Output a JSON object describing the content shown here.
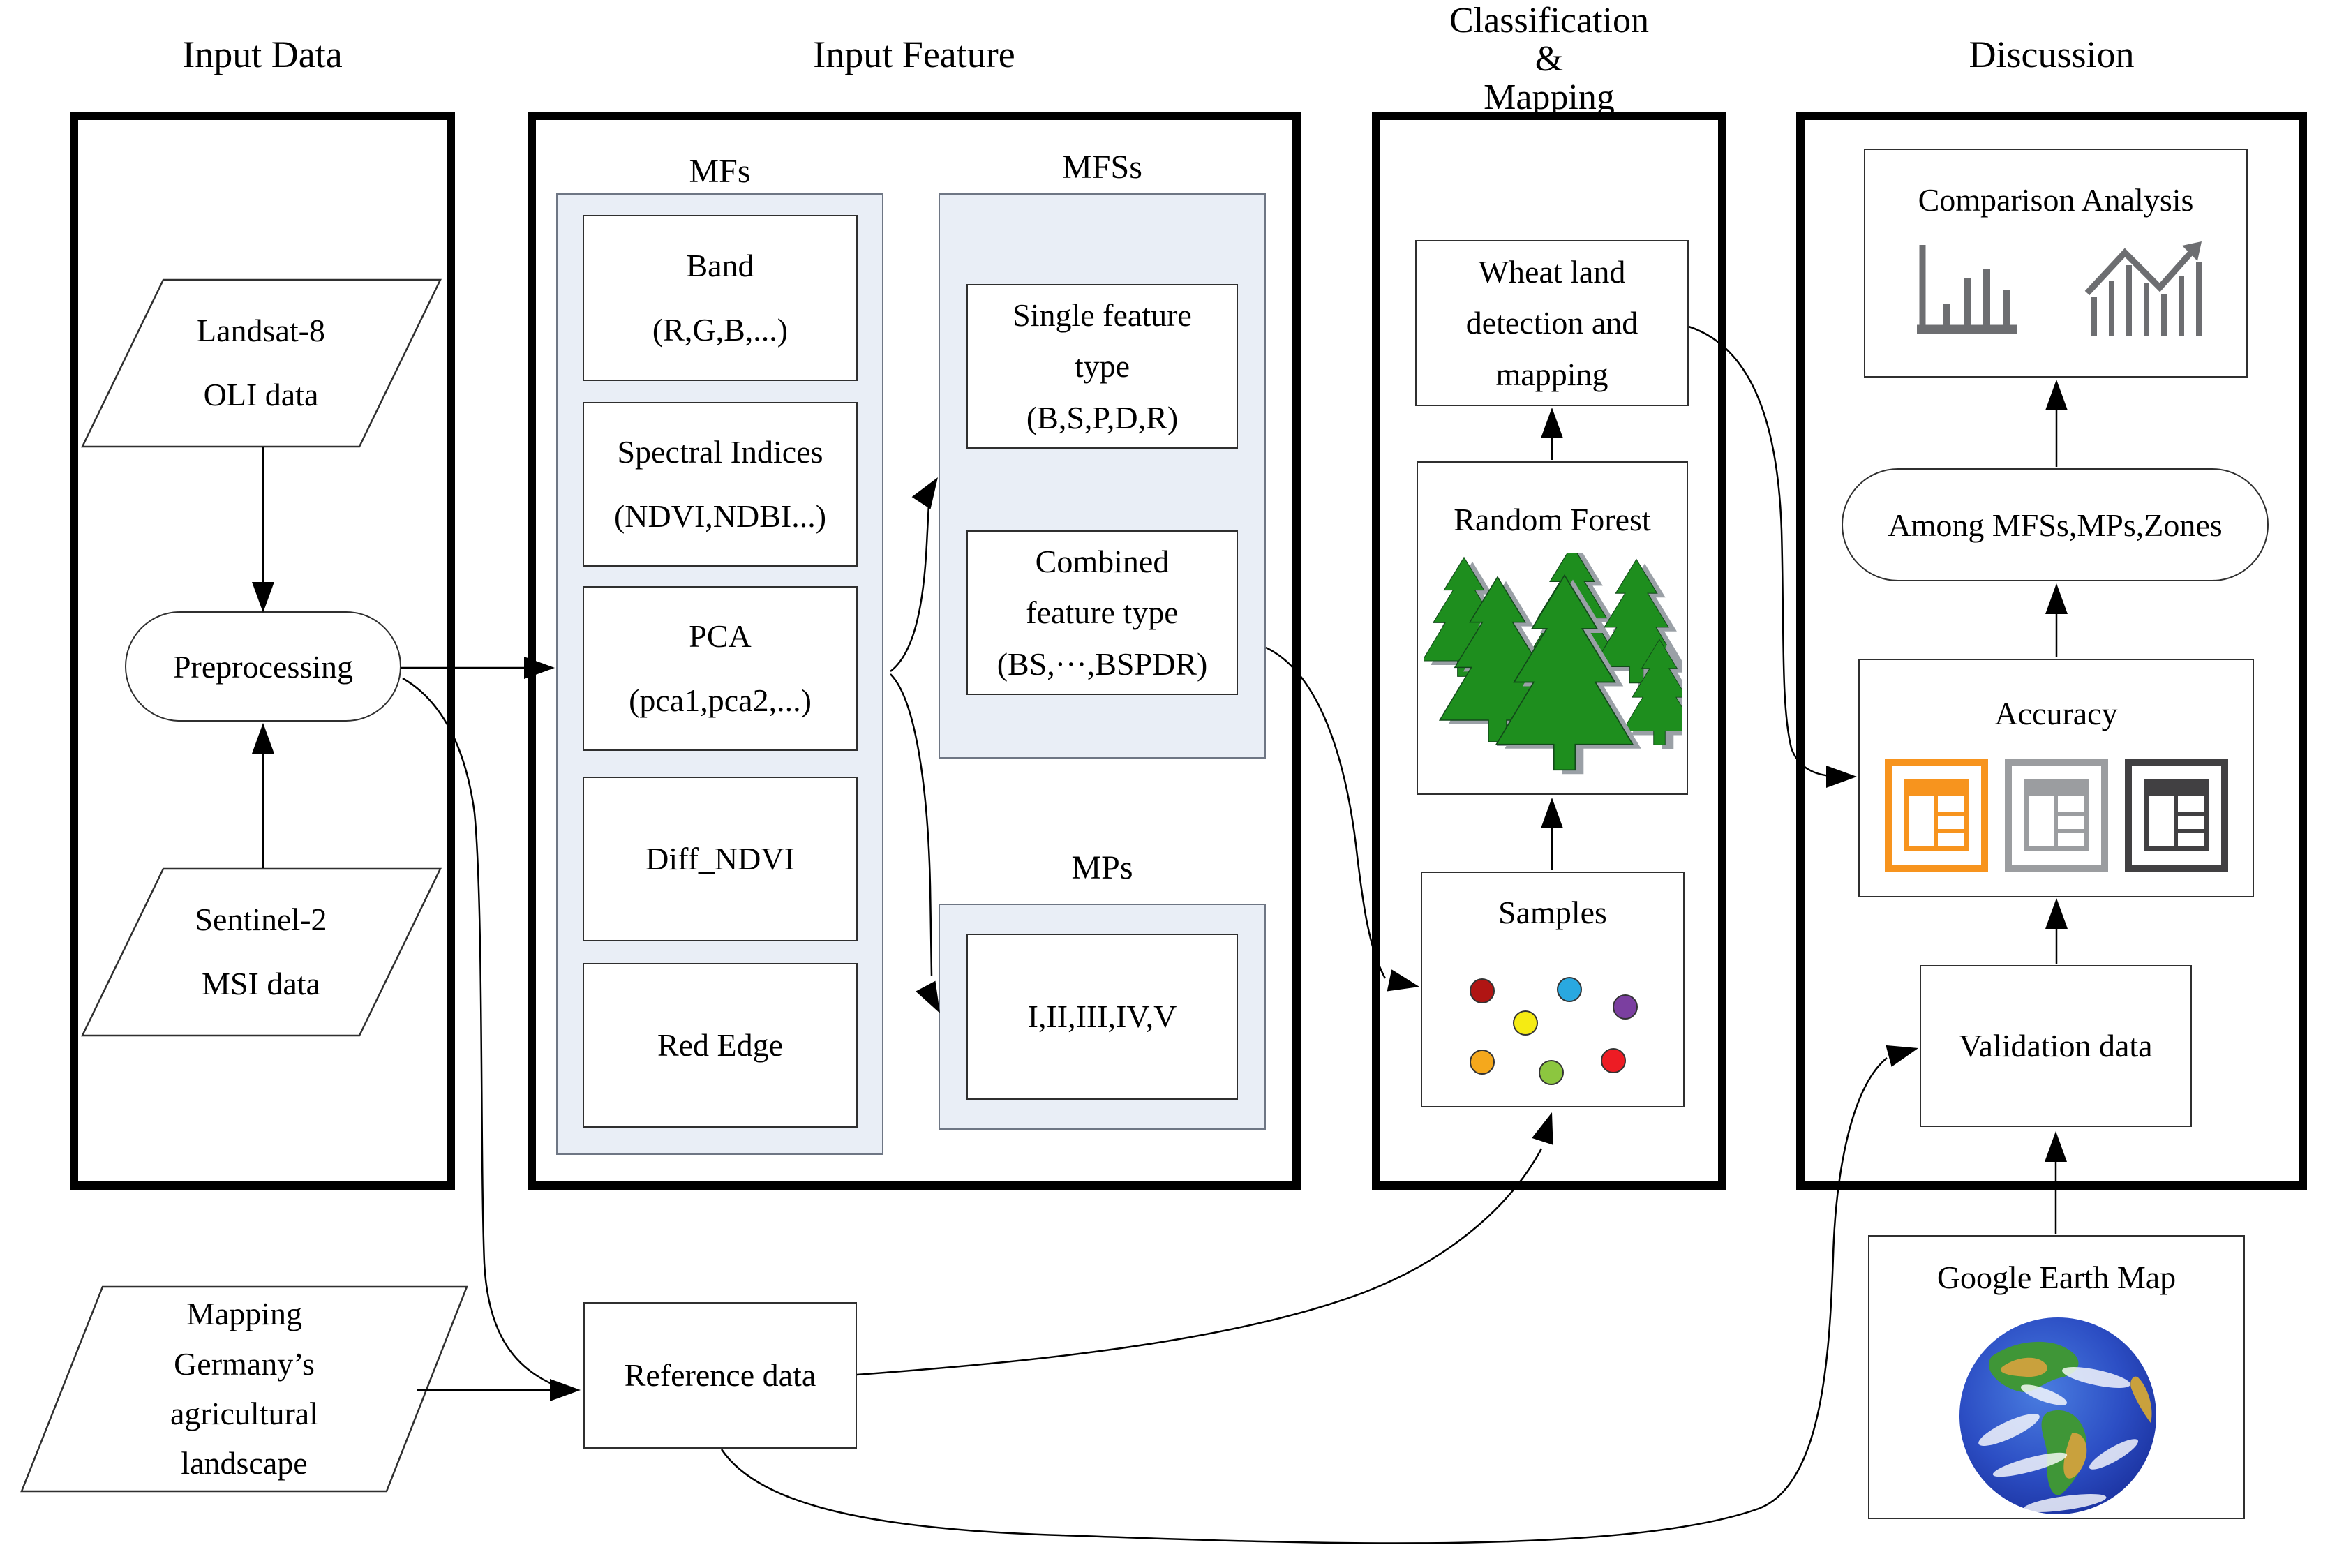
{
  "titles": {
    "input_data": "Input Data",
    "input_feature": "Input Feature",
    "classification": "Classification\n&\nMapping",
    "discussion": "Discussion"
  },
  "input_data": {
    "landsat": "Landsat-8\nOLI data",
    "preprocessing": "Preprocessing",
    "sentinel": "Sentinel-2\nMSI data",
    "mapping_germany": "Mapping\nGermany’s\nagricultural\nlandscape"
  },
  "input_feature": {
    "mfs_label": "MFs",
    "mfss_label": "MFSs",
    "mps_label": "MPs",
    "band": "Band\n(R,G,B,...)",
    "spectral_indices": "Spectral Indices\n(NDVI,NDBI...)",
    "pca": "PCA\n(pca1,pca2,...)",
    "diff_ndvi": "Diff_NDVI",
    "red_edge": "Red Edge",
    "single_feature": "Single feature\ntype\n(B,S,P,D,R)",
    "combined_feature": "Combined\nfeature type\n(BS,···,BSPDR)",
    "mps_items": "I,II,III,IV,V"
  },
  "classification": {
    "wheat": "Wheat land\ndetection and\nmapping",
    "random_forest": "Random Forest",
    "samples": "Samples",
    "sample_dot_colors": [
      "#b01513",
      "#29a8e0",
      "#7b3fa0",
      "#f5eb13",
      "#f5a81c",
      "#8cc63f",
      "#ed1c24"
    ]
  },
  "discussion": {
    "comparison": "Comparison Analysis",
    "among": "Among MFSs,MPs,Zones",
    "accuracy": "Accuracy",
    "validation": "Validation data",
    "google_earth": "Google Earth Map",
    "accuracy_icon_colors": [
      "#f7941e",
      "#9b9da0",
      "#414042"
    ]
  },
  "reference": {
    "label": "Reference data"
  },
  "colors": {
    "container_fill": "#e9eef6",
    "tree_green": "#1e8e1e",
    "tree_shadow": "#9aa0a6",
    "icon_gray": "#6d6e71",
    "line_black": "#000000"
  }
}
